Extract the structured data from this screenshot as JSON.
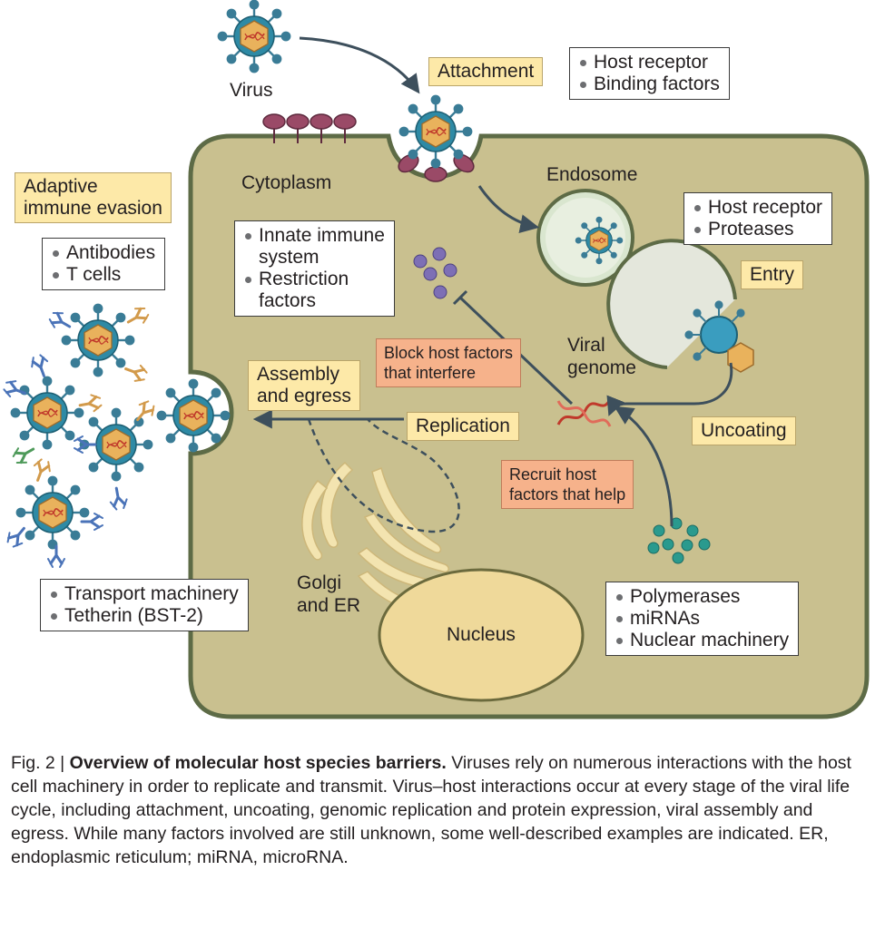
{
  "labels": {
    "virus": "Virus",
    "cytoplasm": "Cytoplasm",
    "endosome": "Endosome",
    "viral_genome": "Viral\ngenome",
    "golgi": "Golgi\nand ER",
    "nucleus": "Nucleus"
  },
  "stages": {
    "attachment": "Attachment",
    "entry": "Entry",
    "uncoating": "Uncoating",
    "replication": "Replication",
    "assembly": "Assembly\nand egress",
    "adaptive": "Adaptive\nimmune evasion"
  },
  "actions": {
    "block": "Block host factors\nthat interfere",
    "recruit": "Recruit host\nfactors that help"
  },
  "factor_lists": {
    "attachment": [
      "Host receptor",
      "Binding factors"
    ],
    "entry": [
      "Host receptor",
      "Proteases"
    ],
    "adaptive": [
      "Antibodies",
      "T cells"
    ],
    "innate": [
      "Innate immune\nsystem",
      "Restriction\nfactors"
    ],
    "egress": [
      "Transport machinery",
      "Tetherin (BST-2)"
    ],
    "replication": [
      "Polymerases",
      "miRNAs",
      "Nuclear machinery"
    ]
  },
  "caption": {
    "prefix": "Fig. 2 | ",
    "title": "Overview of molecular host species barriers.",
    "body": " Viruses rely on numerous interactions with the host cell machinery in order to replicate and transmit. Virus–host interactions occur at every stage of the viral life cycle, including attachment, uncoating, genomic replication and protein expression, viral assembly and egress. While many factors involved are still unknown, some well-described examples are indicated. ER, endoplasmic reticulum; miRNA, microRNA."
  },
  "colors": {
    "cytoplasm": "#c9c08f",
    "cell_border": "#5d6b46",
    "capsid": "#e9b25c",
    "virus_ring": "#2e8aa5",
    "spike": "#3a7c96",
    "receptor": "#9a4a67",
    "arrow": "#3d4f5c",
    "golgi": "#f3e4b0",
    "nucleus": "#efd99a",
    "purple_dots": "#7d6fb5",
    "teal_dots": "#2a9a8e",
    "antibody_blue": "#4a73b8",
    "antibody_orange": "#d29a4b",
    "antibody_green": "#4e9a5a"
  }
}
